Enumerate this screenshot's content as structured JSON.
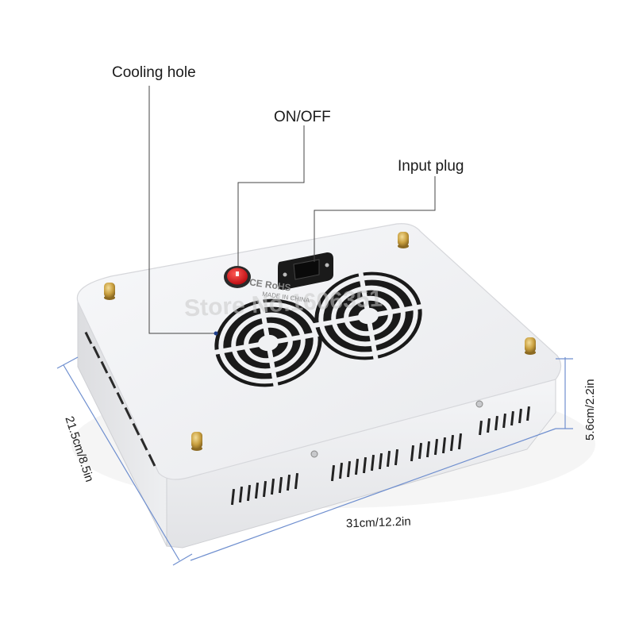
{
  "callouts": {
    "cooling_hole": "Cooling hole",
    "on_off": "ON/OFF",
    "input_plug": "Input plug"
  },
  "dimensions": {
    "length": "31cm/12.2in",
    "width": "21.5cm/8.5in",
    "height": "5.6cm/2.2in"
  },
  "product_marks": {
    "certifications": "CE RoHS",
    "origin": "MADE IN CHINA"
  },
  "watermark": "Store No.1606351",
  "colors": {
    "housing": "#f1f2f4",
    "dimension_lines": "#6f8fcf",
    "switch": "#d0151b",
    "studs": "#c59a3a"
  }
}
